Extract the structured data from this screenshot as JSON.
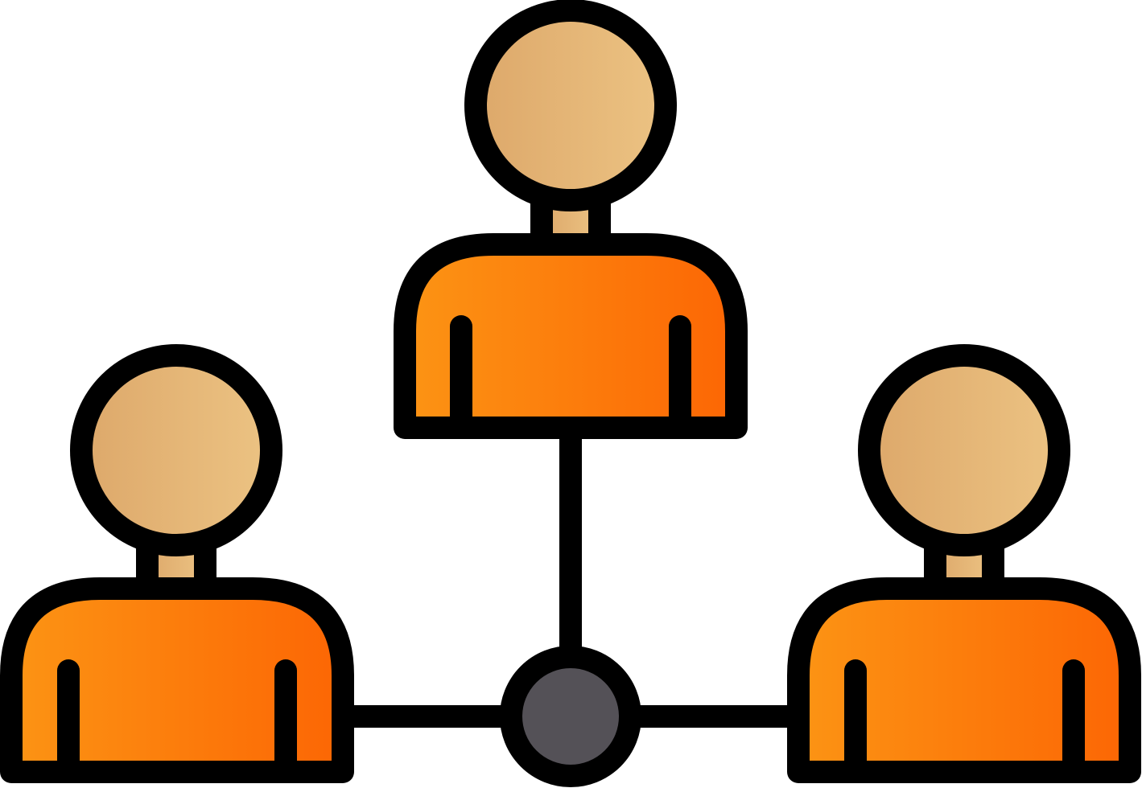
{
  "icon": {
    "name": "team-network-icon",
    "people": [
      {
        "id": "person-top",
        "role": "top"
      },
      {
        "id": "person-left",
        "role": "bottom-left"
      },
      {
        "id": "person-right",
        "role": "bottom-right"
      }
    ],
    "hub": {
      "id": "network-hub"
    },
    "colors": {
      "outline": "#000000",
      "head_gradient_start": "#dda86a",
      "head_gradient_end": "#ecc383",
      "body_gradient_start": "#fc9414",
      "body_gradient_end": "#fc6604",
      "hub_fill": "#545157",
      "background": "#ffffff"
    }
  }
}
